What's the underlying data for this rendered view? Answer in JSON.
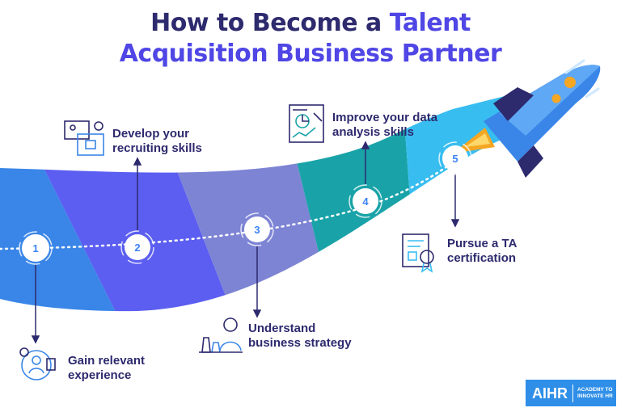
{
  "title": {
    "line1": "How to Become a ",
    "accent1": "Talent",
    "line2": "Acquisition Business Partner"
  },
  "steps": [
    {
      "number": "1",
      "label_line1": "Gain relevant",
      "label_line2": "experience"
    },
    {
      "number": "2",
      "label_line1": "Develop your",
      "label_line2": "recruiting skills"
    },
    {
      "number": "3",
      "label_line1": "Understand",
      "label_line2": "business strategy"
    },
    {
      "number": "4",
      "label_line1": "Improve your data",
      "label_line2": "analysis skills"
    },
    {
      "number": "5",
      "label_line1": "Pursue a TA",
      "label_line2": "certification"
    }
  ],
  "logo": {
    "brand": "AIHR",
    "tag_line1": "ACADEMY TO",
    "tag_line2": "INNOVATE HR"
  },
  "colors": {
    "navy": "#2d2a6e",
    "accent": "#4f46e5",
    "seg1": "#3a86e8",
    "seg2": "#5b5ef0",
    "seg3": "#7d84d4",
    "seg4": "#19a3a8",
    "seg5": "#38bdf0"
  }
}
